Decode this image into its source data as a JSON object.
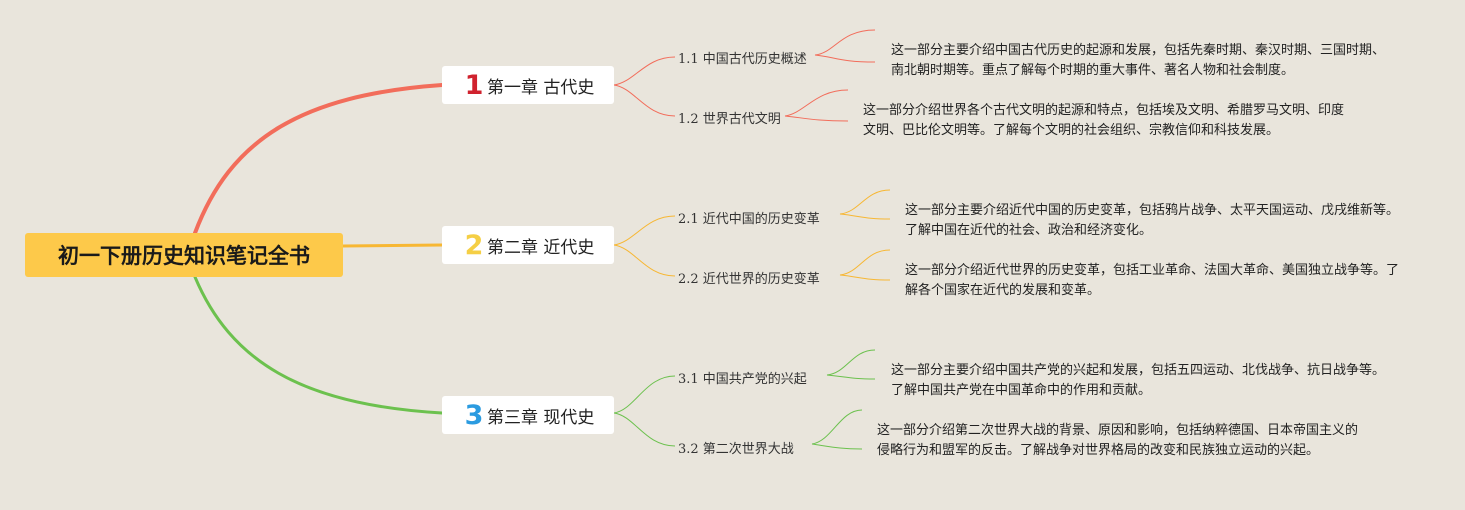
{
  "root": {
    "title": "初一下册历史知识笔记全书"
  },
  "colors": {
    "ch1": "#f26d5b",
    "ch2": "#f7b733",
    "ch3": "#6cc14e",
    "ch1_num": "#d0222e",
    "ch2_num": "#f5cf45",
    "ch3_num": "#2b9be0",
    "root_bg": "#fdc94a"
  },
  "chapters": [
    {
      "number": "1",
      "title": "第一章 古代史",
      "sections": [
        {
          "title": "1.1 中国古代历史概述",
          "description": "这一部分主要介绍中国古代历史的起源和发展，包括先秦时期、秦汉时期、三国时期、南北朝时期等。重点了解每个时期的重大事件、著名人物和社会制度。"
        },
        {
          "title": "1.2 世界古代文明",
          "description": "这一部分介绍世界各个古代文明的起源和特点，包括埃及文明、希腊罗马文明、印度文明、巴比伦文明等。了解每个文明的社会组织、宗教信仰和科技发展。"
        }
      ]
    },
    {
      "number": "2",
      "title": "第二章 近代史",
      "sections": [
        {
          "title": "2.1 近代中国的历史变革",
          "description": "这一部分主要介绍近代中国的历史变革，包括鸦片战争、太平天国运动、戊戌维新等。了解中国在近代的社会、政治和经济变化。"
        },
        {
          "title": "2.2 近代世界的历史变革",
          "description": "这一部分介绍近代世界的历史变革，包括工业革命、法国大革命、美国独立战争等。了解各个国家在近代的发展和变革。"
        }
      ]
    },
    {
      "number": "3",
      "title": "第三章 现代史",
      "sections": [
        {
          "title": "3.1 中国共产党的兴起",
          "description": "这一部分主要介绍中国共产党的兴起和发展，包括五四运动、北伐战争、抗日战争等。了解中国共产党在中国革命中的作用和贡献。"
        },
        {
          "title": "3.2 第二次世界大战",
          "description": "这一部分介绍第二次世界大战的背景、原因和影响，包括纳粹德国、日本帝国主义的侵略行为和盟军的反击。了解战争对世界格局的改变和民族独立运动的兴起。"
        }
      ]
    }
  ]
}
